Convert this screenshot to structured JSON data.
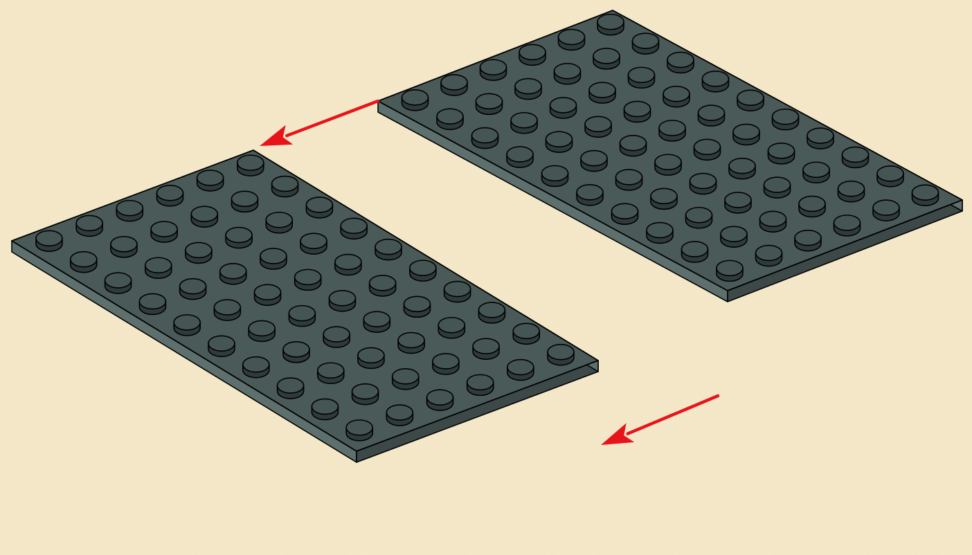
{
  "diagram": {
    "plates": [
      {
        "id": "left-plate",
        "rows": 6,
        "cols": 10
      },
      {
        "id": "right-plate",
        "rows": 6,
        "cols": 10
      }
    ],
    "arrows": [
      {
        "id": "top-arrow",
        "from": "right-plate",
        "to": "left-plate"
      },
      {
        "id": "bottom-arrow",
        "from": "right-plate",
        "to": "left-plate"
      }
    ],
    "colors": {
      "background": "#f6eacb",
      "plate_top": "#4a5a58",
      "plate_side": "#5e706e",
      "plate_front": "#3c4948",
      "stud_top": "#455553",
      "stud_side": "#2f3b3a",
      "outline": "#000000",
      "arrow": "#e8141b"
    }
  }
}
